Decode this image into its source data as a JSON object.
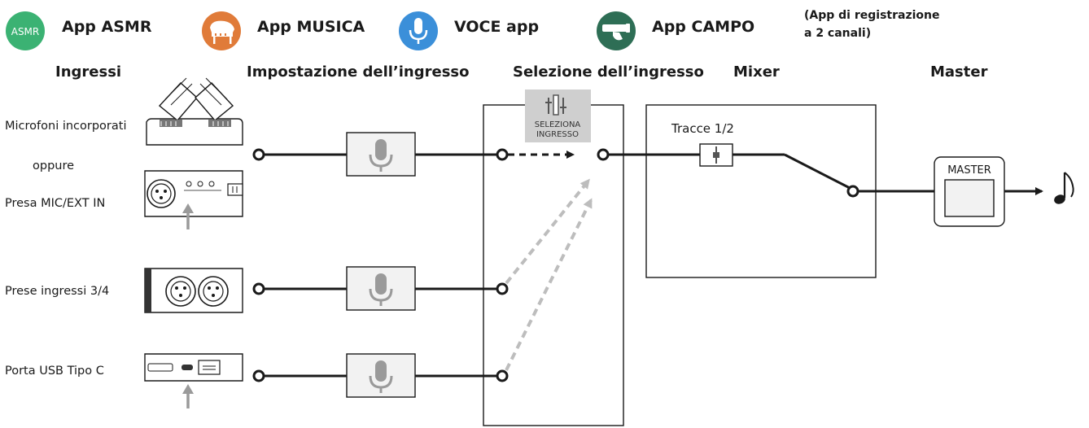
{
  "apps": [
    {
      "label": "App ASMR",
      "icon": "asmr-icon",
      "color": "#3bb273",
      "badge": "ASMR"
    },
    {
      "label": "App MUSICA",
      "icon": "piano-icon",
      "color": "#e07b39"
    },
    {
      "label": "VOCE app",
      "icon": "microphone-icon",
      "color": "#3b8fd9"
    },
    {
      "label": "App CAMPO",
      "icon": "shotgun-mic-icon",
      "color": "#2e6e55"
    }
  ],
  "app_note": {
    "line1": "(App di registrazione",
    "line2": "a 2 canali)"
  },
  "stages": {
    "inputs": "Ingressi",
    "input_setting": "Impostazione dell’ingresso",
    "input_selection": "Selezione dell’ingresso",
    "mixer": "Mixer",
    "master": "Master"
  },
  "sources": {
    "builtin_mics": "Microfoni incorporati",
    "or": "oppure",
    "mic_ext_in": "Presa MIC/EXT IN",
    "inputs_34": "Prese ingressi 3/4",
    "usb_c": "Porta USB Tipo C"
  },
  "select_button": {
    "line1": "SELEZIONA",
    "line2": "INGRESSO"
  },
  "mixer_track": "Tracce 1/2",
  "master_label": "MASTER",
  "colors": {
    "line": "#1a1a1a",
    "dashed_inactive": "#bdbdbd",
    "box_fill": "#f2f2f2",
    "button_fill": "#cfcfcf"
  }
}
